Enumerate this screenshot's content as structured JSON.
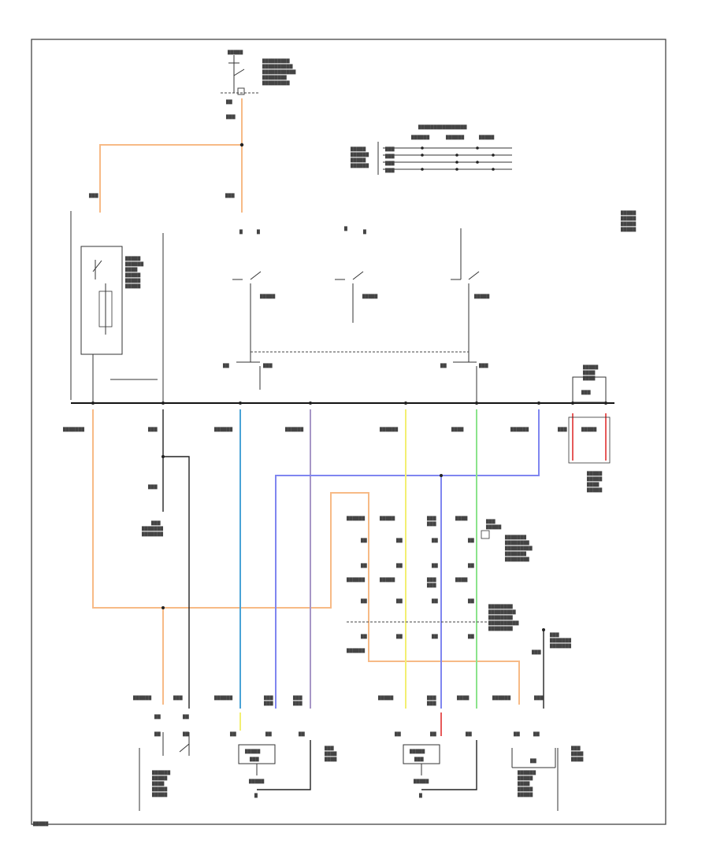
{
  "diagram_id": "",
  "wire_colors": {
    "orange": "#f7ba86",
    "blue": "#4aa3d6",
    "violet": "#a796c6",
    "yellow": "#f3ef72",
    "green": "#8be38b",
    "periwinkle": "#7f86f0",
    "red": "#e65a5a"
  },
  "components": [
    "fuse-block",
    "mirror-switch-unit",
    "left-mirror-switch",
    "right-mirror-switch",
    "left-mirror-motor",
    "right-mirror-motor",
    "defogger-relay",
    "junction-connectors"
  ]
}
